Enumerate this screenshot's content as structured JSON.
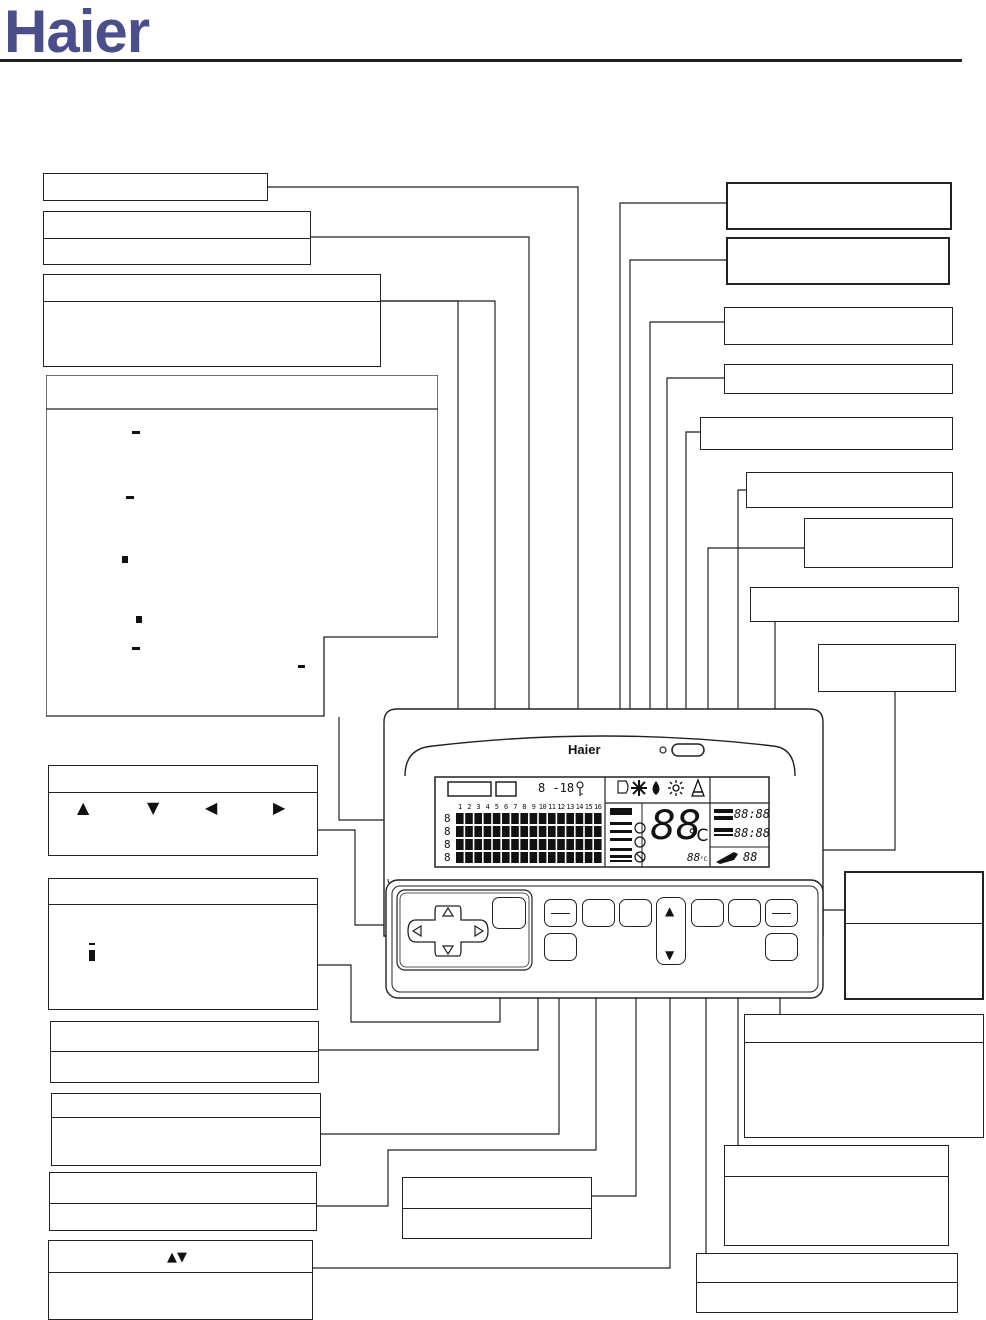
{
  "brand": {
    "logo_text": "Haier",
    "panel_logo": "Haier",
    "color": "#4a4f8c"
  },
  "lcd": {
    "range_label": "8 -18",
    "temp_main": "88",
    "temp_unit": "°C",
    "temp_small": "88",
    "temp_small_unit": "°C",
    "clock_1": "88:88",
    "clock_2": "88:88",
    "code": "88",
    "digit_col": [
      "8",
      "8",
      "8",
      "8"
    ],
    "col_numbers": [
      "1",
      "2",
      "3",
      "4",
      "5",
      "6",
      "7",
      "8",
      "9",
      "10",
      "11",
      "12",
      "13",
      "14",
      "15",
      "16"
    ]
  },
  "symbols": {
    "up": "▲",
    "down": "▼",
    "left": "◀",
    "right": "▶",
    "updown": "▲▼",
    "mode_icons": [
      "snowflake-icon",
      "drop-icon",
      "sun-icon",
      "fan-icon"
    ],
    "btn_up": "▲",
    "btn_down": "▼"
  }
}
